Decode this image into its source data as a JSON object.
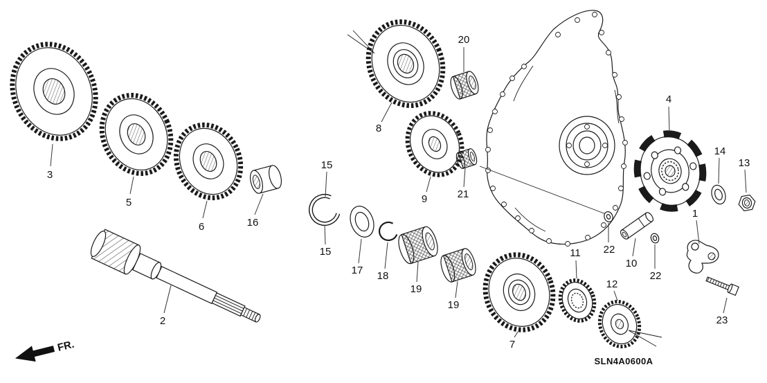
{
  "diagram": {
    "type": "exploded-parts-diagram",
    "code": "SLN4A0600A",
    "direction_label": "FR.",
    "colors": {
      "line": "#1a1a1a",
      "background": "#ffffff"
    },
    "callouts": [
      "3",
      "5",
      "6",
      "16",
      "2",
      "15",
      "15",
      "17",
      "18",
      "19",
      "19",
      "8",
      "20",
      "9",
      "21",
      "7",
      "11",
      "10",
      "22",
      "22",
      "12",
      "4",
      "14",
      "13",
      "1",
      "23"
    ]
  }
}
